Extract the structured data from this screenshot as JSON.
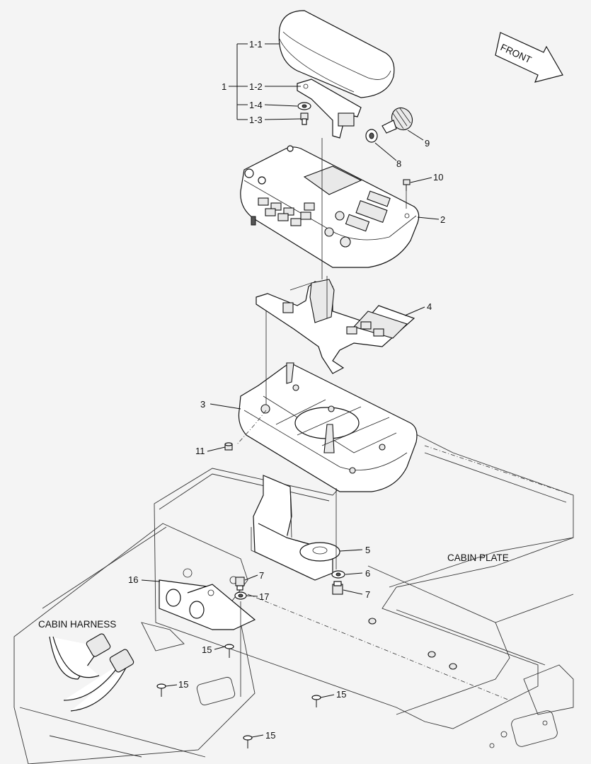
{
  "front_label": "FRONT",
  "cabin_plate_label": "CABIN PLATE",
  "cabin_harness_label": "CABIN HARNESS",
  "callouts": {
    "c1": "1",
    "c1_1": "1-1",
    "c1_2": "1-2",
    "c1_3": "1-3",
    "c1_4": "1-4",
    "c2": "2",
    "c3": "3",
    "c4": "4",
    "c5": "5",
    "c6": "6",
    "c7a": "7",
    "c7b": "7",
    "c8": "8",
    "c9": "9",
    "c10": "10",
    "c11": "11",
    "c15a": "15",
    "c15b": "15",
    "c15c": "15",
    "c15d": "15",
    "c16": "16",
    "c17": "17"
  }
}
